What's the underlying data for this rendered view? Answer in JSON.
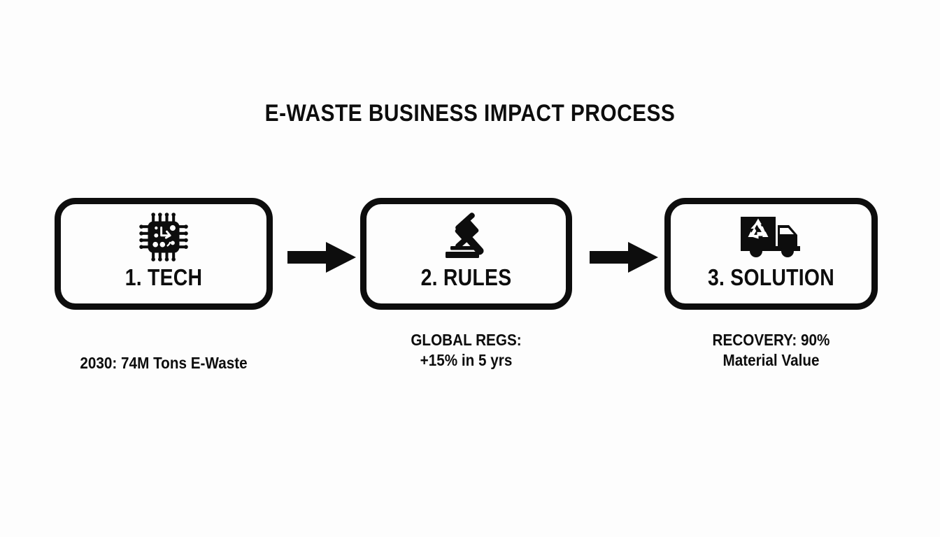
{
  "diagram": {
    "title": "E-WASTE BUSINESS IMPACT PROCESS",
    "background_color": "#fdfdfd",
    "ink_color": "#0d0d0d",
    "steps": [
      {
        "label": "1. TECH",
        "icon": "microchip-icon",
        "caption_lines": [
          "2030: 74M Tons E-Waste"
        ]
      },
      {
        "label": "2. RULES",
        "icon": "gavel-icon",
        "caption_lines": [
          "GLOBAL REGS:",
          "+15% in 5 yrs"
        ]
      },
      {
        "label": "3. SOLUTION",
        "icon": "recycling-truck-icon",
        "caption_lines": [
          "RECOVERY: 90%",
          "Material Value"
        ]
      }
    ],
    "connectors": [
      {
        "name": "arrow-step1-to-step2",
        "icon": "arrow-right-icon"
      },
      {
        "name": "arrow-step2-to-step3",
        "icon": "arrow-right-icon"
      }
    ]
  }
}
